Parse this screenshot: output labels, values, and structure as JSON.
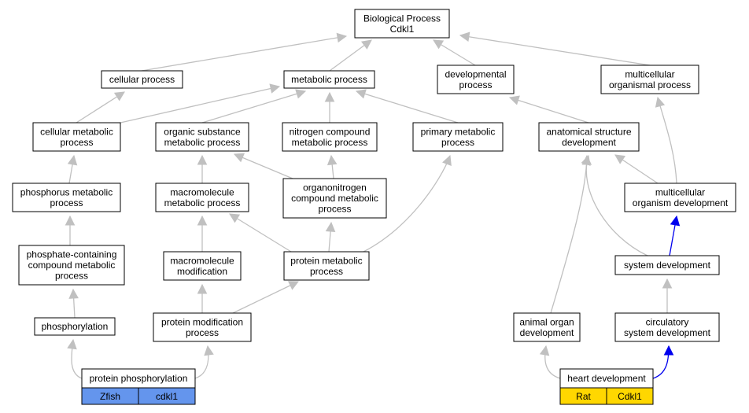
{
  "diagram": {
    "nodes": {
      "bp": [
        "Biological Process",
        "Cdkl1"
      ],
      "cellular_process": [
        "cellular process"
      ],
      "metabolic_process": [
        "metabolic process"
      ],
      "developmental_process": [
        "developmental",
        "process"
      ],
      "multicellular_organismal_process": [
        "multicellular",
        "organismal process"
      ],
      "cellular_metabolic_process": [
        "cellular metabolic",
        "process"
      ],
      "organic_substance_metabolic_process": [
        "organic substance",
        "metabolic process"
      ],
      "nitrogen_compound_metabolic_process": [
        "nitrogen compound",
        "metabolic process"
      ],
      "primary_metabolic_process": [
        "primary metabolic",
        "process"
      ],
      "anatomical_structure_development": [
        "anatomical structure",
        "development"
      ],
      "phosphorus_metabolic_process": [
        "phosphorus metabolic",
        "process"
      ],
      "macromolecule_metabolic_process": [
        "macromolecule",
        "metabolic process"
      ],
      "organonitrogen_compound_metabolic_process": [
        "organonitrogen",
        "compound metabolic",
        "process"
      ],
      "multicellular_organism_development": [
        "multicellular",
        "organism development"
      ],
      "phosphate_containing_compound_metabolic_process": [
        "phosphate-containing",
        "compound metabolic",
        "process"
      ],
      "macromolecule_modification": [
        "macromolecule",
        "modification"
      ],
      "protein_metabolic_process": [
        "protein metabolic",
        "process"
      ],
      "system_development": [
        "system development"
      ],
      "phosphorylation": [
        "phosphorylation"
      ],
      "protein_modification_process": [
        "protein modification",
        "process"
      ],
      "animal_organ_development": [
        "animal organ",
        "development"
      ],
      "circulatory_system_development": [
        "circulatory",
        "system development"
      ],
      "protein_phosphorylation": [
        "protein phosphorylation"
      ],
      "heart_development": [
        "heart development"
      ]
    },
    "tags": {
      "protein_phosphorylation": {
        "species": "Zfish",
        "gene": "cdkl1",
        "color": "#6495ed"
      },
      "heart_development": {
        "species": "Rat",
        "gene": "Cdkl1",
        "color": "#ffd700"
      }
    },
    "edges": [
      {
        "from": "cellular_process",
        "to": "bp",
        "color": "#c0c0c0"
      },
      {
        "from": "metabolic_process",
        "to": "bp",
        "color": "#c0c0c0"
      },
      {
        "from": "developmental_process",
        "to": "bp",
        "color": "#c0c0c0"
      },
      {
        "from": "multicellular_organismal_process",
        "to": "bp",
        "color": "#c0c0c0"
      },
      {
        "from": "cellular_metabolic_process",
        "to": "cellular_process",
        "color": "#c0c0c0"
      },
      {
        "from": "cellular_metabolic_process",
        "to": "metabolic_process",
        "color": "#c0c0c0"
      },
      {
        "from": "organic_substance_metabolic_process",
        "to": "metabolic_process",
        "color": "#c0c0c0"
      },
      {
        "from": "nitrogen_compound_metabolic_process",
        "to": "metabolic_process",
        "color": "#c0c0c0"
      },
      {
        "from": "primary_metabolic_process",
        "to": "metabolic_process",
        "color": "#c0c0c0"
      },
      {
        "from": "anatomical_structure_development",
        "to": "developmental_process",
        "color": "#c0c0c0"
      },
      {
        "from": "multicellular_organism_development",
        "to": "multicellular_organismal_process",
        "color": "#c0c0c0"
      },
      {
        "from": "phosphorus_metabolic_process",
        "to": "cellular_metabolic_process",
        "color": "#c0c0c0"
      },
      {
        "from": "macromolecule_metabolic_process",
        "to": "organic_substance_metabolic_process",
        "color": "#c0c0c0"
      },
      {
        "from": "organonitrogen_compound_metabolic_process",
        "to": "organic_substance_metabolic_process",
        "color": "#c0c0c0"
      },
      {
        "from": "organonitrogen_compound_metabolic_process",
        "to": "nitrogen_compound_metabolic_process",
        "color": "#c0c0c0"
      },
      {
        "from": "multicellular_organism_development",
        "to": "anatomical_structure_development",
        "color": "#c0c0c0"
      },
      {
        "from": "system_development",
        "to": "anatomical_structure_development",
        "color": "#c0c0c0"
      },
      {
        "from": "animal_organ_development",
        "to": "anatomical_structure_development",
        "color": "#c0c0c0"
      },
      {
        "from": "phosphate_containing_compound_metabolic_process",
        "to": "phosphorus_metabolic_process",
        "color": "#c0c0c0"
      },
      {
        "from": "macromolecule_modification",
        "to": "macromolecule_metabolic_process",
        "color": "#c0c0c0"
      },
      {
        "from": "protein_metabolic_process",
        "to": "macromolecule_metabolic_process",
        "color": "#c0c0c0"
      },
      {
        "from": "protein_metabolic_process",
        "to": "organonitrogen_compound_metabolic_process",
        "color": "#c0c0c0"
      },
      {
        "from": "protein_metabolic_process",
        "to": "primary_metabolic_process",
        "color": "#c0c0c0"
      },
      {
        "from": "system_development",
        "to": "multicellular_organism_development",
        "color": "#0000ee"
      },
      {
        "from": "phosphorylation",
        "to": "phosphate_containing_compound_metabolic_process",
        "color": "#c0c0c0"
      },
      {
        "from": "protein_modification_process",
        "to": "macromolecule_modification",
        "color": "#c0c0c0"
      },
      {
        "from": "protein_modification_process",
        "to": "protein_metabolic_process",
        "color": "#c0c0c0"
      },
      {
        "from": "circulatory_system_development",
        "to": "system_development",
        "color": "#c0c0c0"
      },
      {
        "from": "protein_phosphorylation",
        "to": "phosphorylation",
        "color": "#c0c0c0"
      },
      {
        "from": "protein_phosphorylation",
        "to": "protein_modification_process",
        "color": "#c0c0c0"
      },
      {
        "from": "heart_development",
        "to": "animal_organ_development",
        "color": "#c0c0c0"
      },
      {
        "from": "heart_development",
        "to": "circulatory_system_development",
        "color": "#0000ee"
      }
    ]
  }
}
